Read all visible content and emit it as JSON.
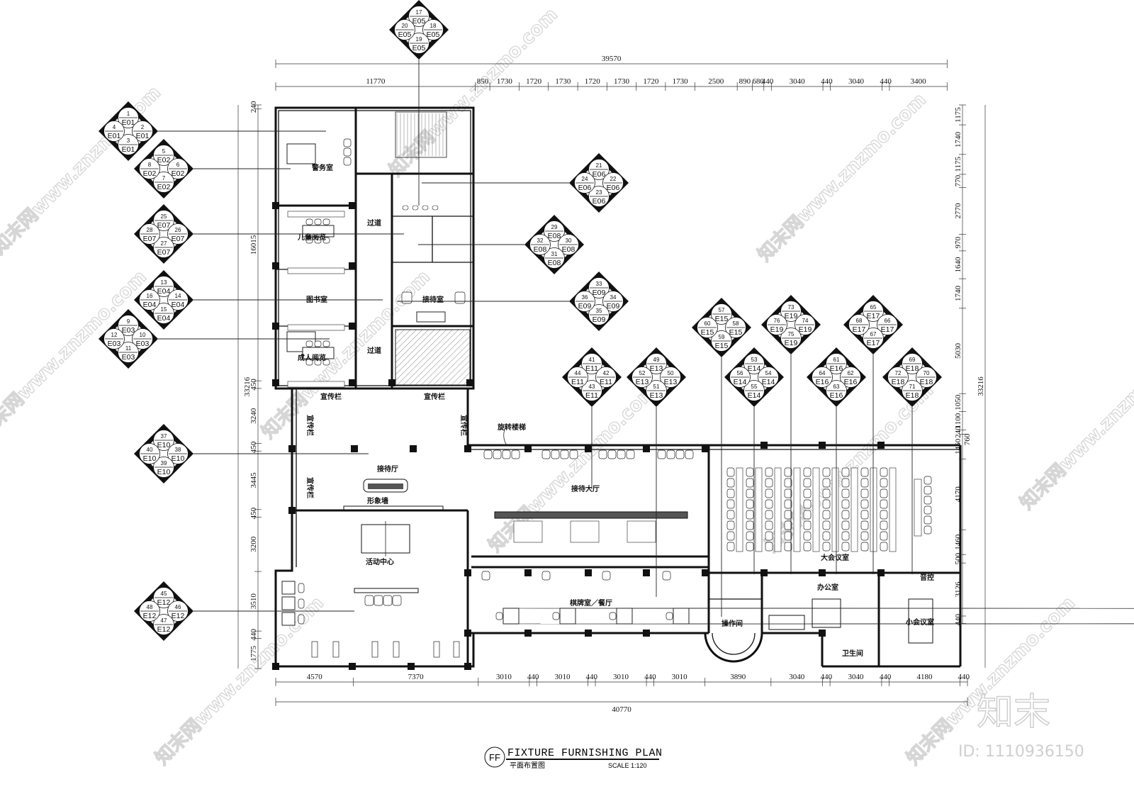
{
  "title": {
    "badge": "FF",
    "main": "FIXTURE FURNISHING PLAN",
    "sub": "平面布置图",
    "scale": "SCALE 1:120"
  },
  "rooms": [
    "警务室",
    "儿童阅览",
    "图书室",
    "成人阅览",
    "过道",
    "过道",
    "接待室",
    "宣传栏",
    "宣传栏",
    "宣传栏",
    "宣传栏",
    "宣传栏",
    "旋转楼梯",
    "接待厅",
    "形象墙",
    "接待大厅",
    "活动中心",
    "棋牌室／餐厅",
    "大会议室",
    "办公室",
    "操作间",
    "卫生间",
    "小会议室",
    "音控"
  ],
  "elevation_markers": [
    {
      "code": "E01",
      "numbers": [
        "1",
        "2",
        "3",
        "4"
      ]
    },
    {
      "code": "E02",
      "numbers": [
        "5",
        "6",
        "7",
        "8"
      ]
    },
    {
      "code": "E03",
      "numbers": [
        "9",
        "10",
        "11",
        "12"
      ]
    },
    {
      "code": "E04",
      "numbers": [
        "13",
        "14",
        "15",
        "16"
      ]
    },
    {
      "code": "E05",
      "numbers": [
        "17",
        "18",
        "19",
        "20"
      ]
    },
    {
      "code": "E06",
      "numbers": [
        "21",
        "22",
        "23",
        "24"
      ]
    },
    {
      "code": "E07",
      "numbers": [
        "25",
        "26",
        "27",
        "28"
      ]
    },
    {
      "code": "E08",
      "numbers": [
        "29",
        "30",
        "31",
        "32"
      ]
    },
    {
      "code": "E09",
      "numbers": [
        "33",
        "34",
        "35",
        "36"
      ]
    },
    {
      "code": "E10",
      "numbers": [
        "37",
        "38",
        "39",
        "40"
      ]
    },
    {
      "code": "E11",
      "numbers": [
        "41",
        "42",
        "43",
        "44"
      ]
    },
    {
      "code": "E12",
      "numbers": [
        "45",
        "46",
        "47",
        "48"
      ]
    },
    {
      "code": "E13",
      "numbers": [
        "49",
        "50",
        "51",
        "52"
      ]
    },
    {
      "code": "E14",
      "numbers": [
        "53",
        "54",
        "55",
        "56"
      ]
    },
    {
      "code": "E15",
      "numbers": [
        "57",
        "58",
        "59",
        "60"
      ]
    },
    {
      "code": "E16",
      "numbers": [
        "61",
        "62",
        "63",
        "64"
      ]
    },
    {
      "code": "E17",
      "numbers": [
        "65",
        "66",
        "67",
        "68"
      ]
    },
    {
      "code": "E18",
      "numbers": [
        "69",
        "70",
        "71",
        "72"
      ]
    },
    {
      "code": "E19",
      "numbers": [
        "73",
        "74",
        "75",
        "76"
      ]
    }
  ],
  "dimensions": {
    "top_total": "39570",
    "top": [
      "11770",
      "850",
      "1730",
      "1720",
      "1730",
      "1720",
      "1730",
      "1720",
      "1730",
      "2500",
      "890",
      "680",
      "440",
      "3040",
      "440",
      "3040",
      "440",
      "3400"
    ],
    "bottom_total": "40770",
    "bottom": [
      "4570",
      "7370",
      "3010",
      "440",
      "3010",
      "440",
      "3010",
      "440",
      "3010",
      "3890",
      "3040",
      "440",
      "3040",
      "440",
      "4180",
      "440"
    ],
    "left_total": "33216",
    "left": [
      "240",
      "16015",
      "450",
      "3240",
      "450",
      "3445",
      "450",
      "3200",
      "3510",
      "440",
      "1775"
    ],
    "right_total": "33216",
    "right": [
      "1175",
      "1740",
      "1175",
      "770",
      "2770",
      "970",
      "1640",
      "1740",
      "5030",
      "1050",
      "1100",
      "240",
      "1460",
      "4170",
      "1460",
      "500",
      "3126",
      "440"
    ],
    "right_extra": "760"
  },
  "watermark": {
    "text": "知末网www.znzmo.com",
    "logo": "知末",
    "id": "ID: 1110936150"
  }
}
